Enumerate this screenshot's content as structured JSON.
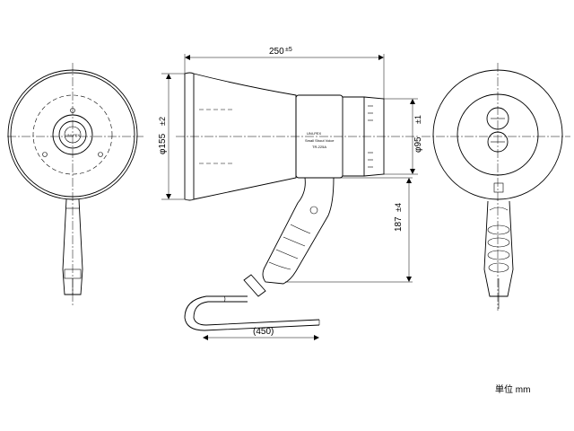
{
  "dimensions": {
    "length": "250",
    "length_tol": "±5",
    "horn_dia": "φ155",
    "horn_dia_tol": "±2",
    "rear_dia": "φ95",
    "rear_dia_tol": "±1",
    "height": "187",
    "height_tol": "±4",
    "cord": "(450)"
  },
  "labels": {
    "front_text": "UNI-PEX",
    "brand": "UNI-PEX",
    "model_line": "Small Shout Voice",
    "model": "TR-225A"
  },
  "unit_label": "単位 mm"
}
